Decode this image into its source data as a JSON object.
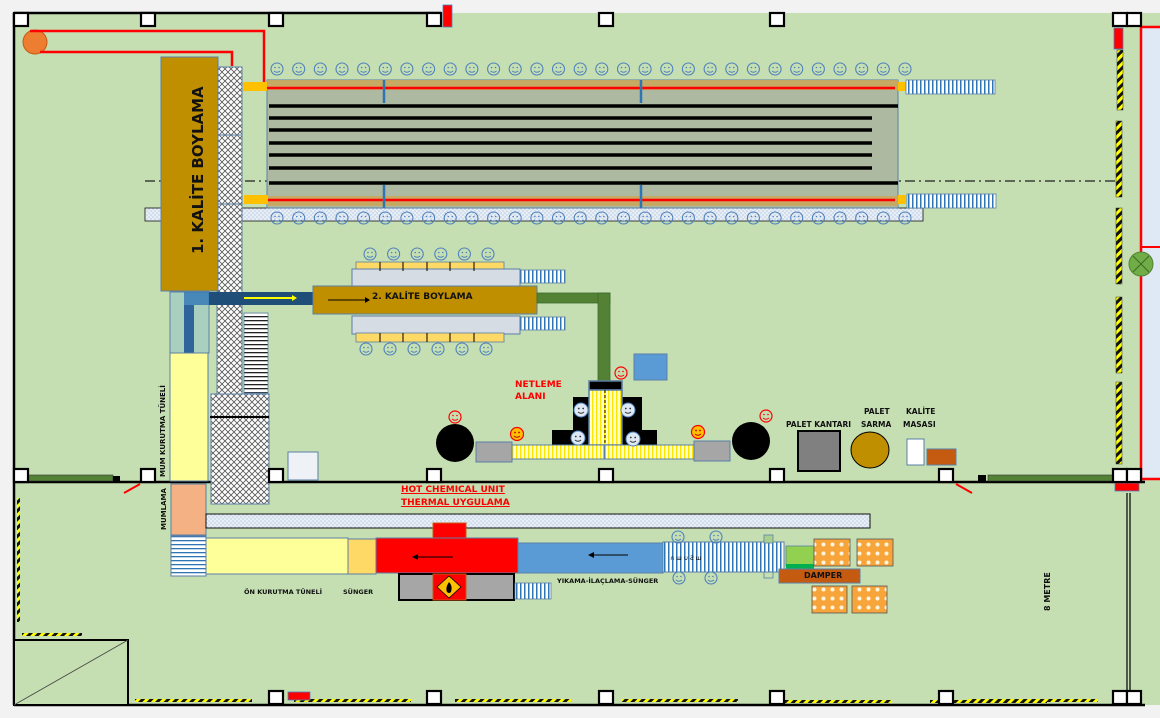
{
  "labels": {
    "kalite1": "1. KALİTE BOYLAMA",
    "kalite2": "2. KALİTE BOYLAMA",
    "netleme_line1": "NETLEME",
    "netleme_line2": "ALANI",
    "palet_kantari": "PALET KANTARI",
    "palet_sarma_line1": "PALET",
    "palet_sarma_line2": "SARMA",
    "kalite_masasi_line1": "KALİTE",
    "kalite_masasi_line2": "MASASI",
    "hot_chemical_line1": "HOT CHEMICAL UNIT",
    "hot_chemical_line2": "THERMAL UYGULAMA",
    "mum_kurutma": "MUM  KURUTMA TÜNELİ",
    "mumlama": "MUMLAMA",
    "on_kurutma": "ÖN KURUTMA TÜNELİ",
    "sunger": "SÜNGER",
    "yikama": "YIKAMA-İLAÇLAMA-SÜNGER",
    "damper": "DAMPER",
    "metre": "8 METRE"
  },
  "counts": {
    "kalite1_top_workers": 30,
    "kalite1_bottom_workers": 30,
    "kalite2_top_workers": 6,
    "kalite2_bottom_workers": 6,
    "kalite1_lanes": 7,
    "washer_workers": 4,
    "pallet_stacks": 4
  },
  "colors": {
    "floor": "#c5dfb3",
    "kalite_machine": "#bf8f00",
    "conveyor_red_line": "#ff0000",
    "hot_chemical": "#ff0000",
    "washer": "#5b9bd5",
    "tunnel_yellow": "#ffff99",
    "mumlama": "#f4b183",
    "damper": "#c55a11",
    "green_pipe": "#548235",
    "worker_icon": "#4f81bd"
  }
}
